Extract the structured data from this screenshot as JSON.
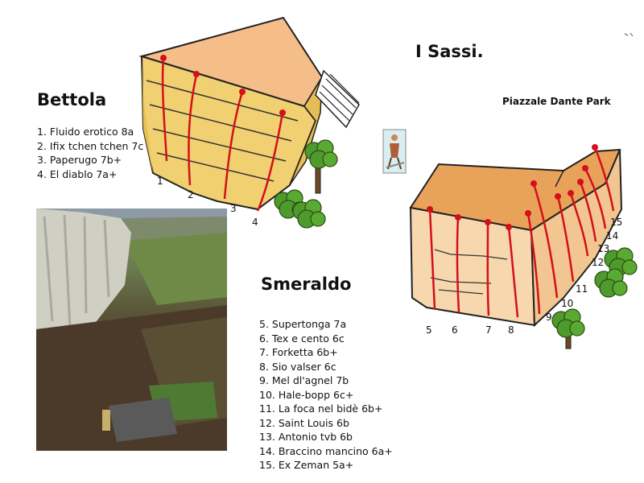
{
  "title": "I Sassi.",
  "park_label": "Piazzale Dante Park",
  "bettola": {
    "heading": "Bettola",
    "routes": [
      "1. Fluido erotico  8a",
      "2. Ifix tchen tchen  7c",
      "3. Paperugo  7b+",
      "4. El diablo  7a+"
    ],
    "numbers": [
      "1",
      "2",
      "3",
      "4"
    ]
  },
  "smeraldo": {
    "heading": "Smeraldo",
    "routes": [
      "5. Supertonga  7a",
      "6. Tex e cento  6c",
      "7. Forketta  6b+",
      "8. Sio valser  6c",
      "9. Mel dl'agnel  7b",
      "10. Hale-bopp  6c+",
      "11. La foca nel bidè  6b+",
      "12. Saint Louis  6b",
      "13. Antonio tvb  6b",
      "14. Braccino mancino  6a+",
      "15. Ex Zeman  5a+"
    ],
    "numbers": [
      "5",
      "6",
      "7",
      "8",
      "9",
      "10",
      "11",
      "12",
      "13",
      "14",
      "15"
    ]
  },
  "colors": {
    "route_line": "#d4101a",
    "bettola_top": "#f5bd88",
    "bettola_face": "#f0d070",
    "smeraldo_top": "#e9a25a",
    "smeraldo_face": "#f7d7ad",
    "tree": "#4f9a2c"
  },
  "icons": [
    "hiker-icon",
    "tree-icon",
    "stairs-icon",
    "crag-photo"
  ]
}
